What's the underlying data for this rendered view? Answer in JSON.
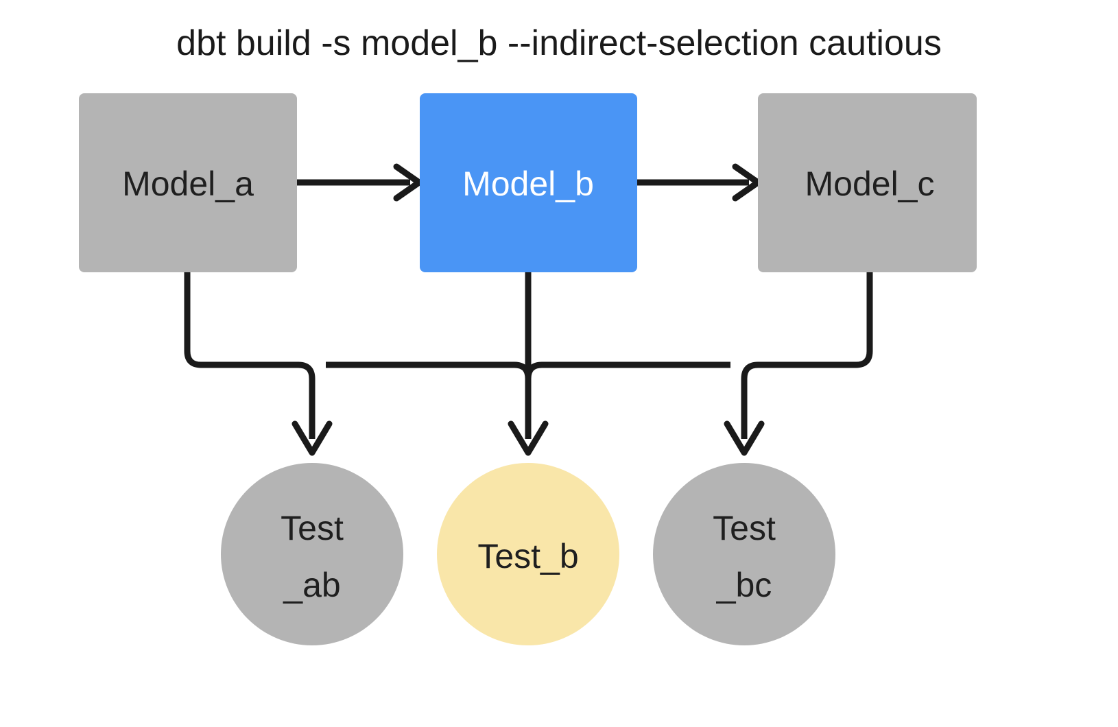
{
  "diagram": {
    "title": "dbt build -s model_b --indirect-selection cautious",
    "background_color": "#ffffff",
    "edge_color": "#1a1a1a",
    "palette": {
      "gray": "#b4b4b4",
      "blue": "#4a95f5",
      "yellow": "#f9e6a9",
      "text_dark": "#1f1f1f",
      "text_light": "#ffffff"
    },
    "models": [
      {
        "id": "model_a",
        "label": "Model_a",
        "shape": "rounded-rect",
        "fill": "#b4b4b4",
        "text_color": "#1f1f1f",
        "selected": false
      },
      {
        "id": "model_b",
        "label": "Model_b",
        "shape": "rounded-rect",
        "fill": "#4a95f5",
        "text_color": "#ffffff",
        "selected": true
      },
      {
        "id": "model_c",
        "label": "Model_c",
        "shape": "rounded-rect",
        "fill": "#b4b4b4",
        "text_color": "#1f1f1f",
        "selected": false
      }
    ],
    "tests": [
      {
        "id": "test_ab",
        "label_line1": "Test",
        "label_line2": "_ab",
        "shape": "circle",
        "fill": "#b4b4b4",
        "text_color": "#1f1f1f",
        "selected": false
      },
      {
        "id": "test_b",
        "label_line1": "Test_b",
        "label_line2": "",
        "shape": "circle",
        "fill": "#f9e6a9",
        "text_color": "#1f1f1f",
        "selected": true
      },
      {
        "id": "test_bc",
        "label_line1": "Test",
        "label_line2": "_bc",
        "shape": "circle",
        "fill": "#b4b4b4",
        "text_color": "#1f1f1f",
        "selected": false
      }
    ],
    "edges": [
      {
        "id": "a-to-b",
        "from": "model_a",
        "to": "model_b"
      },
      {
        "id": "b-to-c",
        "from": "model_b",
        "to": "model_c"
      },
      {
        "id": "a-to-test-ab",
        "from": "model_a",
        "to": "test_ab"
      },
      {
        "id": "b-to-test-ab",
        "from": "model_b",
        "to": "test_ab"
      },
      {
        "id": "b-to-test-b",
        "from": "model_b",
        "to": "test_b"
      },
      {
        "id": "b-to-test-bc",
        "from": "model_b",
        "to": "test_bc"
      },
      {
        "id": "c-to-test-bc",
        "from": "model_c",
        "to": "test_bc"
      }
    ]
  }
}
